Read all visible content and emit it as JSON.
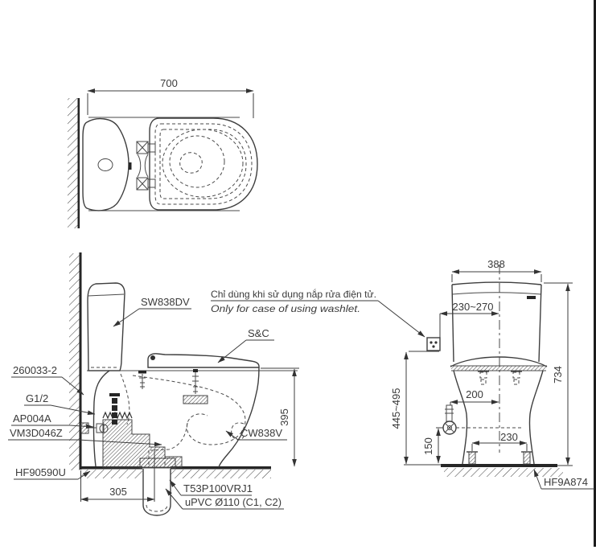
{
  "meta": {
    "bg_color": "#ffffff",
    "line_color": "#4a4a4a",
    "text_color": "#3a3a3a",
    "heavy_color": "#262626"
  },
  "top_view": {
    "dim_overall_depth": "700"
  },
  "side_view": {
    "note_line1_vi": "Chỉ dùng khi sử dụng nắp rửa điện tử.",
    "note_line2_en": "Only for case of using washlet.",
    "label_tank": "SW838DV",
    "label_seat": "S&C",
    "label_supply_hose": "260033-2",
    "label_thread": "G1/2",
    "label_stop_valve": "AP004A",
    "label_fitting": "VM3D046Z",
    "label_bowl": "CW838V",
    "label_floor_fixing": "HF90590U",
    "label_outlet_socket": "T53P100VRJ1",
    "label_drain_pipe": "uPVC Ø110 (C1, C2)",
    "dim_rough_in": "305",
    "dim_rim_height": "395"
  },
  "rear_view": {
    "dim_tank_width": "388",
    "dim_outlet_offset": "230~270",
    "dim_total_height": "734",
    "dim_outlet_height_range": "445~495",
    "dim_supply_offset": "200",
    "dim_supply_height": "150",
    "dim_bolt_spacing": "230",
    "label_base_plate": "HF9A874"
  }
}
